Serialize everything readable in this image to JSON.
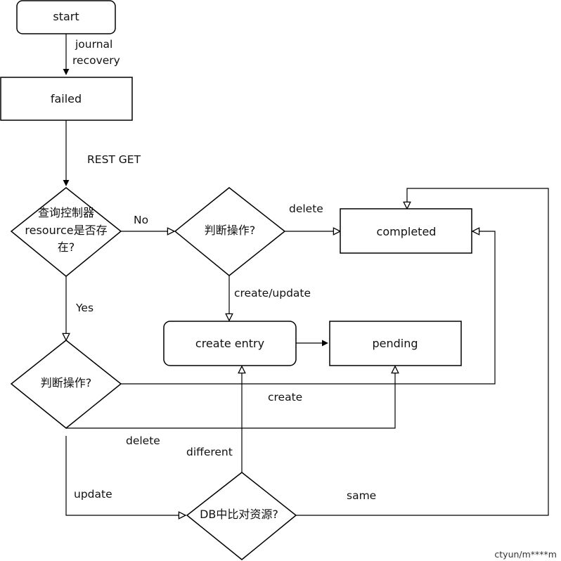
{
  "nodes": {
    "start": "start",
    "failed": "failed",
    "check_resource": [
      "查询控制器",
      "resource是否存",
      "在?"
    ],
    "judge_op_top": "判断操作?",
    "judge_op_left": "判断操作?",
    "completed": "completed",
    "create_entry": "create entry",
    "pending": "pending",
    "db_compare": "DB中比对资源?"
  },
  "edges": {
    "journal_recovery": [
      "journal",
      "recovery"
    ],
    "rest_get": "REST GET",
    "no": "No",
    "yes": "Yes",
    "delete_top": "delete",
    "create_update": "create/update",
    "create": "create",
    "delete_left": "delete",
    "update": "update",
    "different": "different",
    "same": "same"
  },
  "watermark": "ctyun/m****m"
}
